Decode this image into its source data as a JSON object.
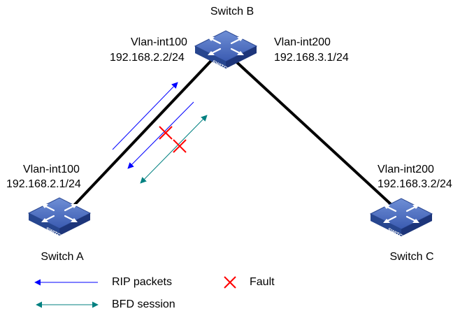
{
  "devices": {
    "switch_a": {
      "name": "Switch A",
      "iface": "Vlan-int100",
      "ip": "192.168.2.1/24",
      "icon_text": "SWITCH"
    },
    "switch_b": {
      "name": "Switch B",
      "iface_left": "Vlan-int100",
      "ip_left": "192.168.2.2/24",
      "iface_right": "Vlan-int200",
      "ip_right": "192.168.3.1/24",
      "icon_text": "SWITCH"
    },
    "switch_c": {
      "name": "Switch C",
      "iface": "Vlan-int200",
      "ip": "192.168.3.2/24",
      "icon_text": "SWITCH"
    }
  },
  "legend": {
    "rip": "RIP packets",
    "bfd": "BFD session",
    "fault": "Fault"
  },
  "colors": {
    "rip": "#0000ff",
    "bfd": "#008080",
    "fault": "#ff0000",
    "switch_fill": "#3b5bb0"
  }
}
